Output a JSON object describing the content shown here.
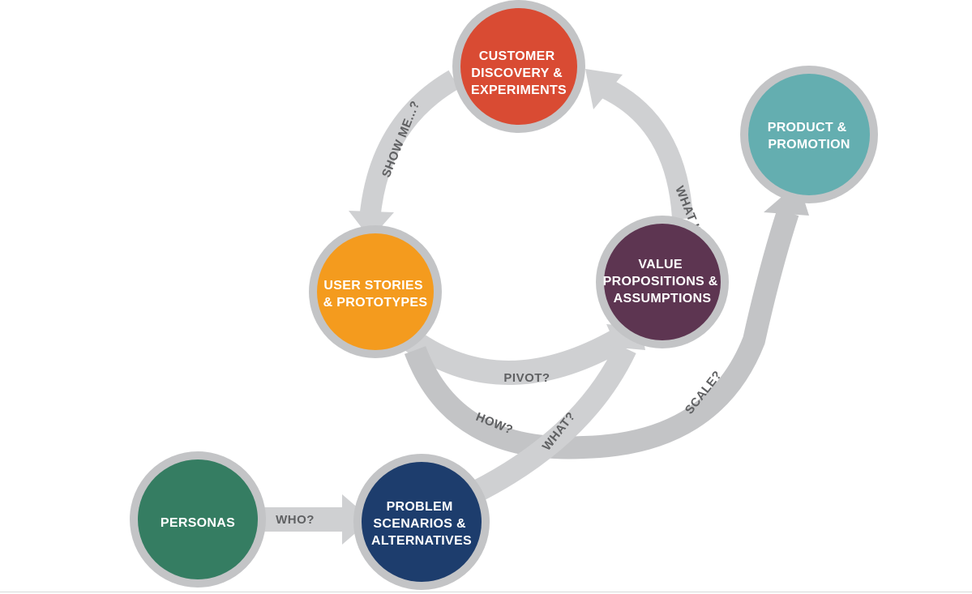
{
  "colors": {
    "arrow": "#cfd0d2",
    "ring": "#c3c4c6",
    "customer_discovery": "#d94b33",
    "user_stories": "#f49b1e",
    "value_propositions": "#5d3551",
    "product_promotion": "#64aeb0",
    "personas": "#357d62",
    "problem_scenarios": "#1d3d6d",
    "label_text": "#5f6062"
  },
  "nodes": {
    "customer_discovery": [
      "CUSTOMER",
      "DISCOVERY &",
      "EXPERIMENTS"
    ],
    "user_stories": [
      "USER STORIES",
      "& PROTOTYPES"
    ],
    "value_propositions": [
      "VALUE",
      "PROPOSITIONS &",
      "ASSUMPTIONS"
    ],
    "product_promotion": [
      "PRODUCT &",
      "PROMOTION"
    ],
    "personas": [
      "PERSONAS"
    ],
    "problem_scenarios": [
      "PROBLEM",
      "SCENARIOS &",
      "ALTERNATIVES"
    ]
  },
  "arrows": {
    "show_me": "SHOW ME...?",
    "what_if": "WHAT IF?",
    "pivot": "PIVOT?",
    "how": "HOW?",
    "what": "WHAT?",
    "scale": "SCALE?",
    "who": "WHO?"
  }
}
